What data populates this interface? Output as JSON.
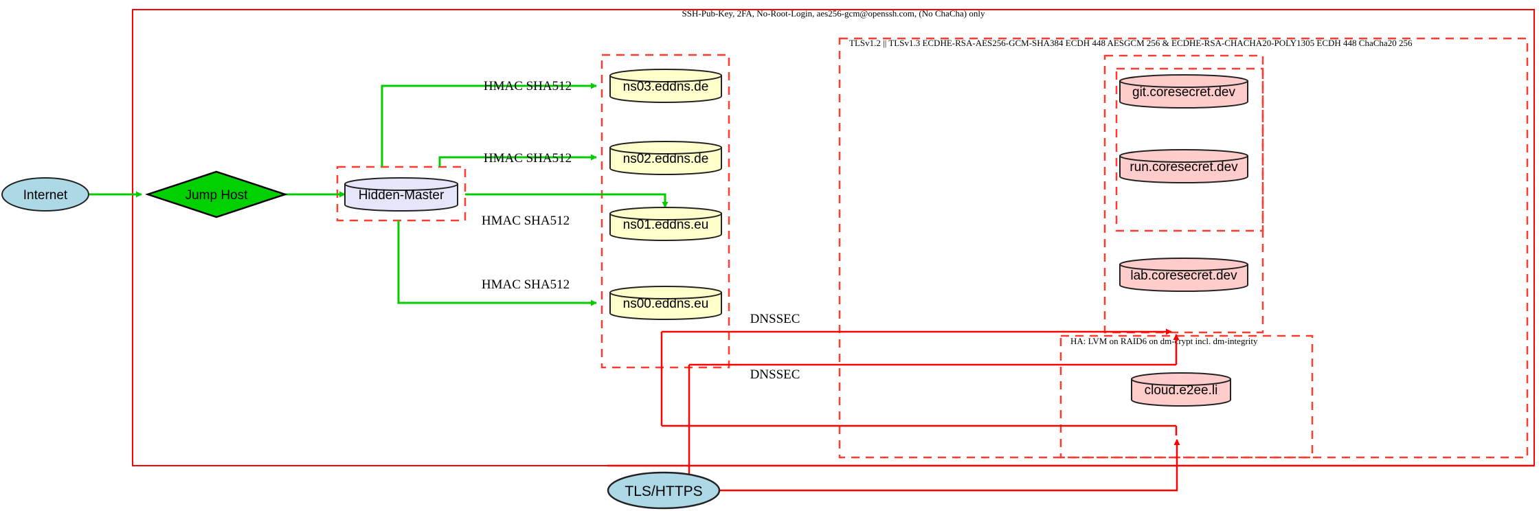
{
  "diagram": {
    "type": "network-architecture-diagram",
    "background": "#ffffff",
    "colors": {
      "boundary_solid": "#ff0000",
      "boundary_dashed": "#ff3b30",
      "flow_green": "#00cc00",
      "flow_red": "#ff0000",
      "node_internet_fill": "#add8e6",
      "node_jumphost_fill": "#00d000",
      "node_hidden_master_fill": "#e6e6fa",
      "node_dns_fill": "#ffffcc",
      "node_service_fill": "#ffcccc",
      "node_stroke": "#222222",
      "text": "#000000"
    },
    "boundaries": {
      "ssh_zone": {
        "label": "SSH-Pub-Key, 2FA, No-Root-Login, aes256-gcm@openssh.com, (No ChaCha) only",
        "style": "solid"
      },
      "tls_zone": {
        "label": "TLSv1.2 || TLSv1.3 ECDHE-RSA-AES256-GCM-SHA384 ECDH 448 AESGCM 256 & ECDHE-RSA-CHACHA20-POLY1305 ECDH 448 ChaCha20 256",
        "style": "dashed"
      },
      "ha_zone": {
        "label": "HA: LVM on RAID6 on dm-crypt incl. dm-integrity",
        "style": "dashed"
      },
      "hidden_master_zone": {
        "label": "",
        "style": "dashed"
      },
      "dns_zone": {
        "label": "",
        "style": "dashed"
      },
      "coresecret_zone": {
        "label": "",
        "style": "dashed"
      },
      "gitrun_zone": {
        "label": "",
        "style": "dashed"
      }
    },
    "nodes": {
      "internet": {
        "label": "Internet",
        "shape": "ellipse"
      },
      "jump_host": {
        "label": "Jump Host",
        "shape": "diamond"
      },
      "hidden_master": {
        "label": "Hidden-Master",
        "shape": "cylinder"
      },
      "ns03": {
        "label": "ns03.eddns.de",
        "shape": "cylinder"
      },
      "ns02": {
        "label": "ns02.eddns.de",
        "shape": "cylinder"
      },
      "ns01": {
        "label": "ns01.eddns.eu",
        "shape": "cylinder"
      },
      "ns00": {
        "label": "ns00.eddns.eu",
        "shape": "cylinder"
      },
      "git": {
        "label": "git.coresecret.dev",
        "shape": "cylinder"
      },
      "run": {
        "label": "run.coresecret.dev",
        "shape": "cylinder"
      },
      "lab": {
        "label": "lab.coresecret.dev",
        "shape": "cylinder"
      },
      "cloud": {
        "label": "cloud.e2ee.li",
        "shape": "cylinder"
      },
      "tls_https": {
        "label": "TLS/HTTPS",
        "shape": "ellipse"
      }
    },
    "edge_labels": {
      "hmac_ns03": "HMAC SHA512",
      "hmac_ns02": "HMAC SHA512",
      "hmac_ns01": "HMAC SHA512",
      "hmac_ns00": "HMAC SHA512",
      "dnssec_upper": "DNSSEC",
      "dnssec_lower": "DNSSEC"
    }
  }
}
